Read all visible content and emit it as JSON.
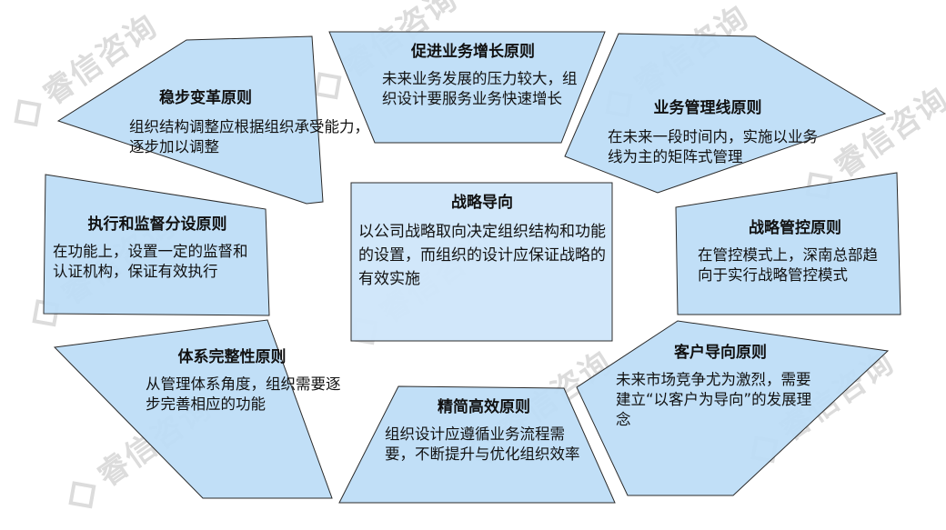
{
  "watermark": "睿信咨询",
  "center": {
    "title": "战略导向",
    "body": "以公司战略取向决定组织结构和功能的设置，而组织的设计应保证战略的有效实施"
  },
  "panels": [
    {
      "id": "growth",
      "title": "促进业务增长原则",
      "body": "未来业务发展的压力较大，组织设计要服务业务快速增长"
    },
    {
      "id": "business-line",
      "title": "业务管理线原则",
      "body": "在未来一段时间内，实施以业务线为主的矩阵式管理"
    },
    {
      "id": "strategic-control",
      "title": "战略管控原则",
      "body": "在管控模式上，深南总部趋向于实行战略管控模式"
    },
    {
      "id": "customer",
      "title": "客户导向原则",
      "body": "未来市场竞争尤为激烈，需要建立“以客户为导向”的发展理念"
    },
    {
      "id": "lean",
      "title": "精简高效原则",
      "body": "组织设计应遵循业务流程需要，不断提升与优化组织效率"
    },
    {
      "id": "system",
      "title": "体系完整性原则",
      "body": "从管理体系角度，组织需要逐步完善相应的功能"
    },
    {
      "id": "supervision",
      "title": "执行和监督分设原则",
      "body": "在功能上，设置一定的监督和认证机构，保证有效执行"
    },
    {
      "id": "gradual",
      "title": "稳步变革原则",
      "body": "组织结构调整应根据组织承受能力，逐步加以调整"
    }
  ]
}
